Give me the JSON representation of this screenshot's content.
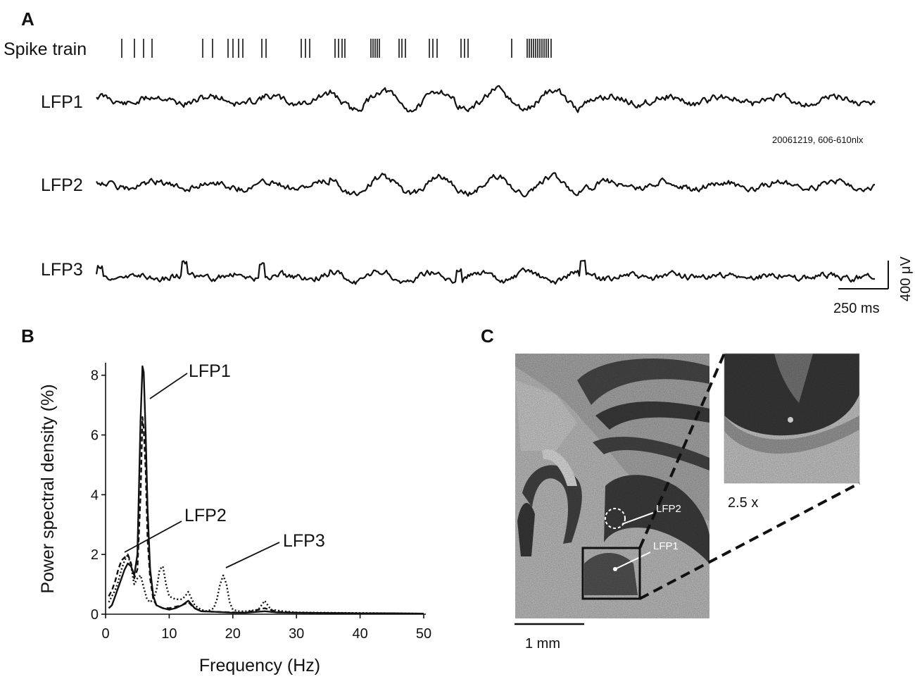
{
  "panels": {
    "a": {
      "letter": "A",
      "spike_label": "Spike train",
      "traces": [
        "LFP1",
        "LFP2",
        "LFP3"
      ],
      "recording_id": "20061219, 606-610nlx",
      "scalebar": {
        "voltage": "400 μV",
        "time": "250 ms"
      }
    },
    "b": {
      "letter": "B"
    },
    "c": {
      "letter": "C",
      "histology_labels": [
        "LFP2",
        "LFP1"
      ],
      "magnification": "2.5 x",
      "scalebar": "1 mm"
    }
  },
  "chart_data": {
    "type": "line",
    "title": "",
    "xlabel": "Frequency (Hz)",
    "ylabel": "Power spectral density (%)",
    "xlim": [
      0,
      50
    ],
    "ylim": [
      0,
      8.3
    ],
    "xticks": [
      0,
      10,
      20,
      30,
      40,
      50
    ],
    "yticks": [
      0,
      2,
      4,
      6,
      8
    ],
    "grid": false,
    "annotations": [
      "LFP1",
      "LFP2",
      "LFP3"
    ],
    "series": [
      {
        "name": "LFP1",
        "style": "solid",
        "x": [
          0.5,
          1,
          1.5,
          2,
          2.5,
          3,
          3.5,
          4,
          4.5,
          5,
          5.5,
          5.8,
          6,
          6.3,
          6.6,
          7,
          7.5,
          8,
          9,
          10,
          11,
          12,
          13,
          14,
          15,
          17,
          20,
          22,
          25,
          27,
          30,
          35,
          40,
          45,
          50
        ],
        "y": [
          0.2,
          0.3,
          0.6,
          0.9,
          1.2,
          1.5,
          1.7,
          1.6,
          1.3,
          2.0,
          6.5,
          8.3,
          8.1,
          6.0,
          3.5,
          1.5,
          0.6,
          0.3,
          0.2,
          0.15,
          0.2,
          0.3,
          0.45,
          0.2,
          0.1,
          0.08,
          0.05,
          0.05,
          0.1,
          0.06,
          0.05,
          0.04,
          0.03,
          0.03,
          0.02
        ]
      },
      {
        "name": "LFP2",
        "style": "dashed",
        "x": [
          0.5,
          1,
          1.5,
          2,
          2.5,
          3,
          3.5,
          4,
          4.5,
          5,
          5.5,
          5.8,
          6,
          6.3,
          6.6,
          7,
          7.5,
          8,
          9,
          10,
          11,
          12,
          13,
          14,
          15,
          17,
          20,
          22,
          25,
          27,
          30,
          35,
          40,
          45,
          50
        ],
        "y": [
          0.6,
          0.8,
          1.1,
          1.5,
          1.8,
          1.9,
          2.0,
          1.7,
          1.2,
          1.5,
          4.0,
          6.6,
          6.2,
          4.8,
          2.5,
          1.2,
          0.5,
          0.3,
          0.2,
          0.2,
          0.25,
          0.3,
          0.4,
          0.2,
          0.1,
          0.08,
          0.06,
          0.05,
          0.2,
          0.08,
          0.05,
          0.04,
          0.03,
          0.02,
          0.02
        ]
      },
      {
        "name": "LFP3",
        "style": "dotted",
        "x": [
          0.5,
          1,
          1.5,
          2,
          2.5,
          3,
          3.5,
          4,
          4.5,
          5,
          5.5,
          6,
          6.5,
          7,
          7.5,
          8,
          8.5,
          9,
          9.5,
          10,
          11,
          12,
          12.5,
          13,
          14,
          15,
          16,
          17,
          17.5,
          18,
          18.5,
          19,
          19.5,
          20,
          21,
          22,
          24,
          25,
          26,
          28,
          30,
          35,
          40,
          45,
          50
        ],
        "y": [
          0.4,
          0.6,
          0.8,
          1.1,
          1.5,
          1.8,
          2.0,
          1.6,
          1.0,
          1.2,
          1.3,
          0.9,
          0.5,
          0.4,
          0.5,
          0.8,
          1.5,
          1.6,
          1.0,
          0.6,
          0.5,
          0.5,
          0.6,
          0.75,
          0.3,
          0.15,
          0.1,
          0.2,
          0.5,
          1.0,
          1.3,
          1.0,
          0.4,
          0.15,
          0.1,
          0.1,
          0.15,
          0.45,
          0.15,
          0.1,
          0.06,
          0.05,
          0.04,
          0.03,
          0.02
        ]
      }
    ]
  }
}
